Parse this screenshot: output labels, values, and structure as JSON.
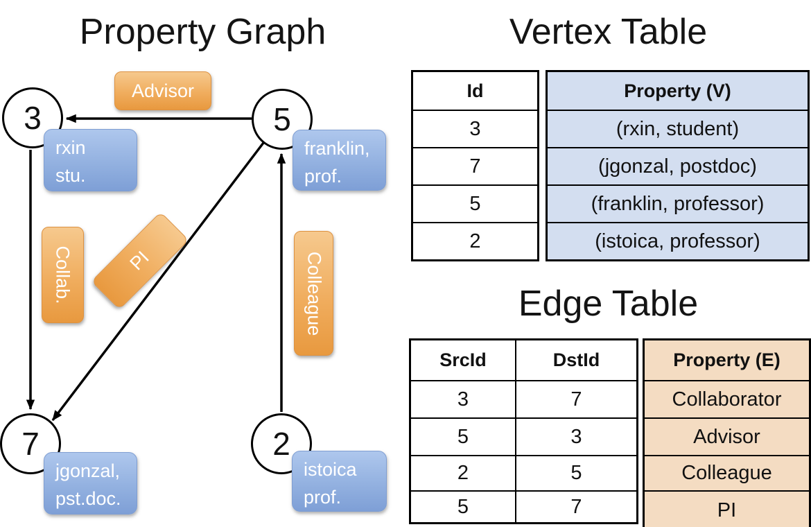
{
  "graph": {
    "title": "Property Graph",
    "nodes": [
      {
        "label": "3"
      },
      {
        "label": "5"
      },
      {
        "label": "7"
      },
      {
        "label": "2"
      }
    ],
    "vertex_properties": [
      {
        "lines": [
          "rxin",
          "stu."
        ]
      },
      {
        "lines": [
          "franklin,",
          "prof."
        ]
      },
      {
        "lines": [
          "jgonzal,",
          "pst.doc."
        ]
      },
      {
        "lines": [
          "istoica",
          "prof."
        ]
      }
    ],
    "edge_labels": {
      "advisor": "Advisor",
      "collab": "Collab.",
      "pi": "PI",
      "colleague": "Colleague"
    }
  },
  "vertex_table": {
    "title": "Vertex Table",
    "columns": {
      "id": "Id",
      "property": "Property (V)"
    },
    "rows": [
      {
        "id": "3",
        "property": "(rxin, student)"
      },
      {
        "id": "7",
        "property": "(jgonzal, postdoc)"
      },
      {
        "id": "5",
        "property": "(franklin, professor)"
      },
      {
        "id": "2",
        "property": "(istoica, professor)"
      }
    ]
  },
  "edge_table": {
    "title": "Edge Table",
    "columns": {
      "src": "SrcId",
      "dst": "DstId",
      "property": "Property (E)"
    },
    "rows": [
      {
        "src": "3",
        "dst": "7",
        "property": "Collaborator"
      },
      {
        "src": "5",
        "dst": "3",
        "property": "Advisor"
      },
      {
        "src": "2",
        "dst": "5",
        "property": "Colleague"
      },
      {
        "src": "5",
        "dst": "7",
        "property": "PI"
      }
    ]
  },
  "colors": {
    "edge_label_orange_top": "#f6c98e",
    "edge_label_orange_bottom": "#e8993f",
    "vertex_box_blue_top": "#aec7ed",
    "vertex_box_blue_bottom": "#7e9fd6",
    "vertex_table_fill": "#d3def0",
    "edge_table_fill": "#f4dcc2",
    "line_black": "#000000"
  }
}
